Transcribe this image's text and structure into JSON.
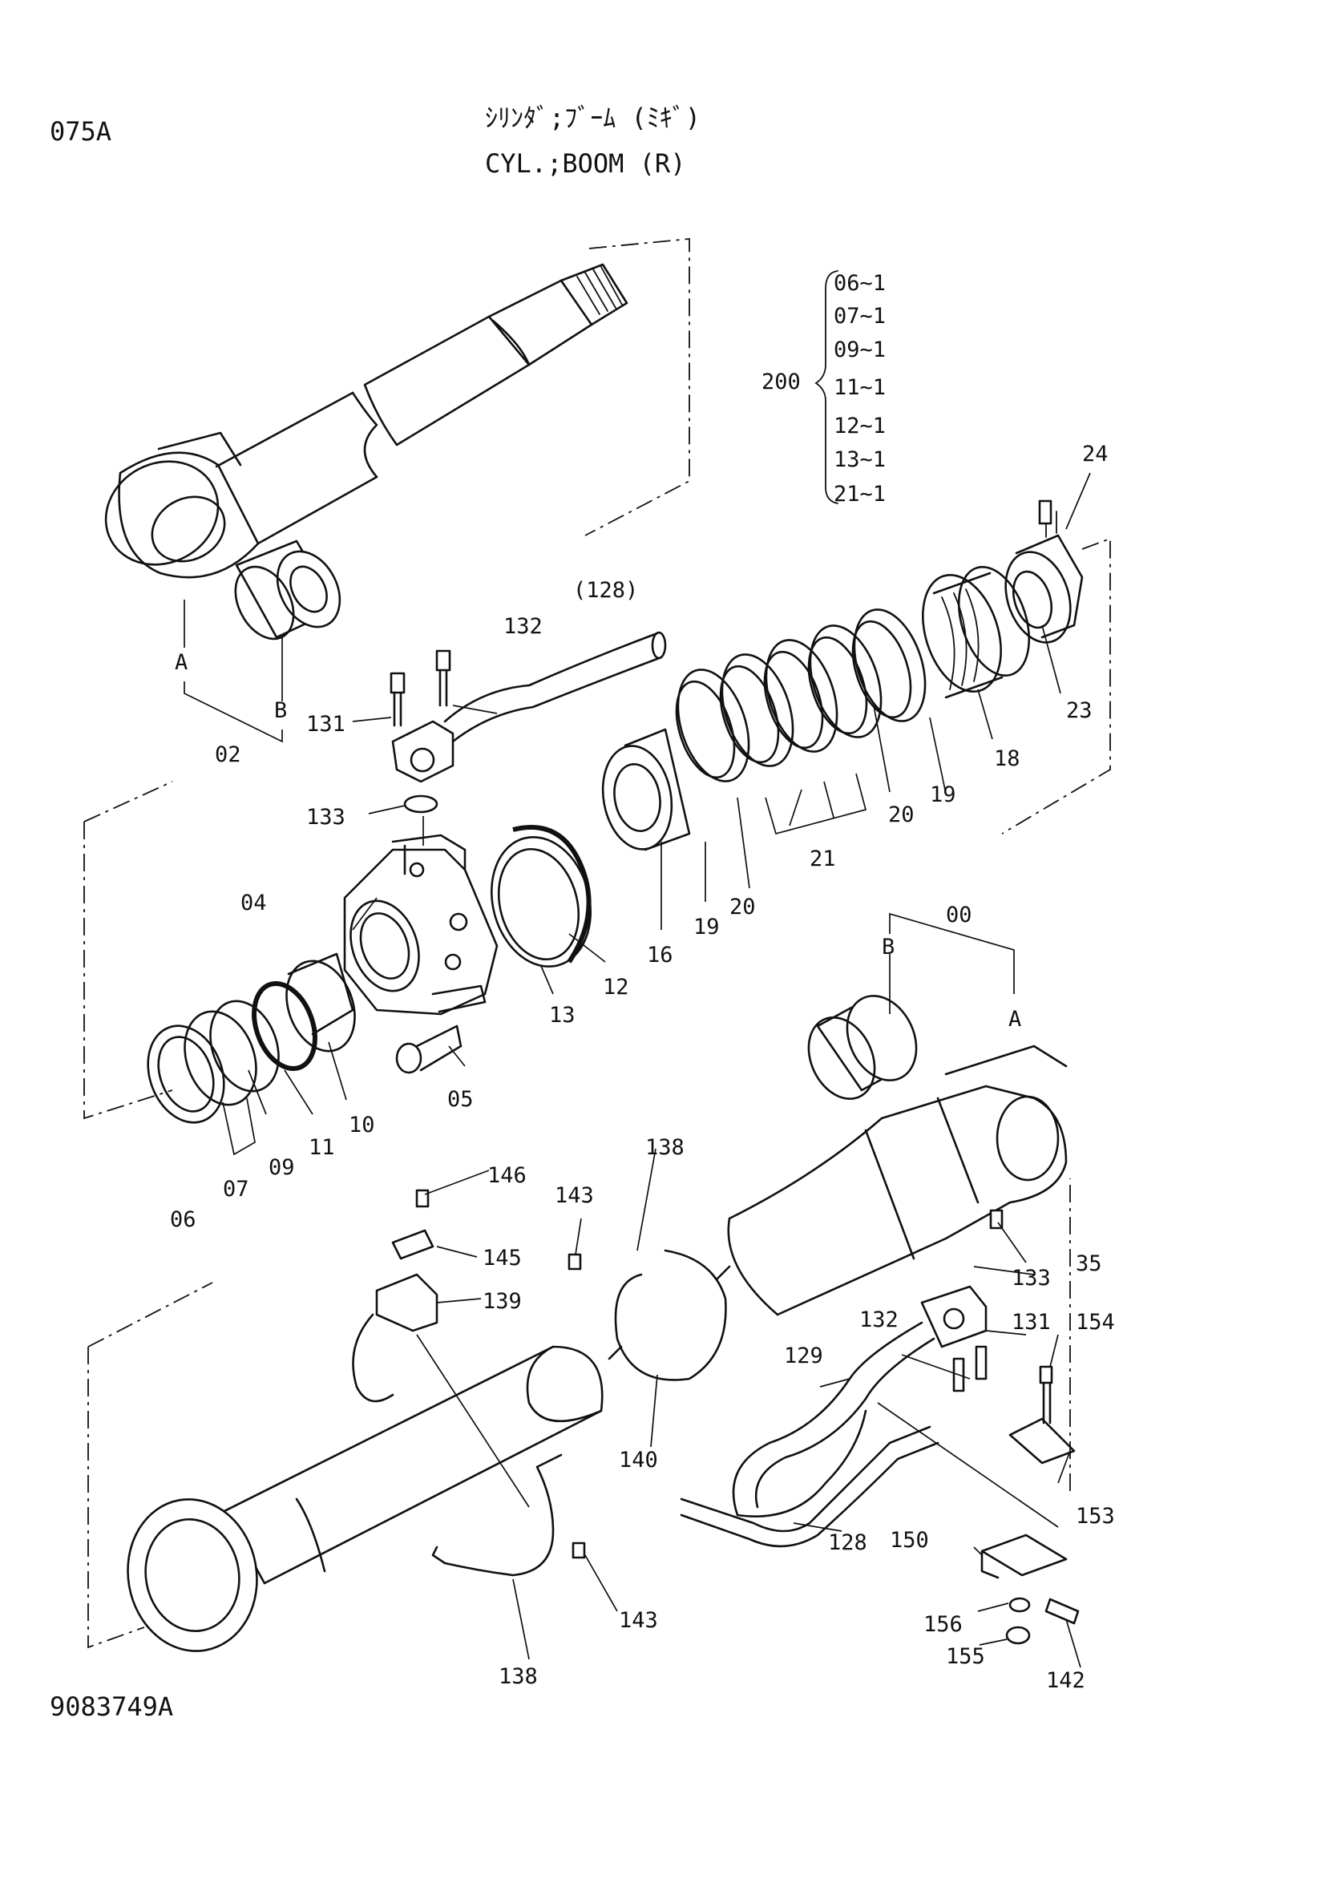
{
  "header": {
    "page_code": "075A",
    "title_jp": "ｼﾘﾝﾀﾞ;ﾌﾞｰﾑ (ﾐｷﾞ)",
    "title_en": "CYL.;BOOM (R)"
  },
  "footer": {
    "drawing_number": "9083749A"
  },
  "kit": {
    "label": "200",
    "items": [
      "06~1",
      "07~1",
      "09~1",
      "11~1",
      "12~1",
      "13~1",
      "21~1"
    ]
  },
  "labels": {
    "l_24": "24",
    "l_23": "23",
    "l_18": "18",
    "l_19a": "19",
    "l_20a": "20",
    "l_21": "21",
    "l_16": "16",
    "l_19b": "19",
    "l_20b": "20",
    "l_128a": "(128)",
    "l_132a": "132",
    "l_131a": "131",
    "l_133a": "133",
    "l_A1": "A",
    "l_B1": "B",
    "l_02": "02",
    "l_04": "04",
    "l_12": "12",
    "l_13": "13",
    "l_05": "05",
    "l_10": "10",
    "l_11": "11",
    "l_09": "09",
    "l_07": "07",
    "l_06": "06",
    "l_00": "00",
    "l_B2": "B",
    "l_A2": "A",
    "l_35": "35",
    "l_133b": "133",
    "l_131b": "131",
    "l_132b": "132",
    "l_154": "154",
    "l_153": "153",
    "l_146": "146",
    "l_145": "145",
    "l_139": "139",
    "l_143a": "143",
    "l_138a": "138",
    "l_140": "140",
    "l_129": "129",
    "l_128b": "128",
    "l_150": "150",
    "l_156": "156",
    "l_155": "155",
    "l_142": "142",
    "l_143b": "143",
    "l_138b": "138"
  }
}
